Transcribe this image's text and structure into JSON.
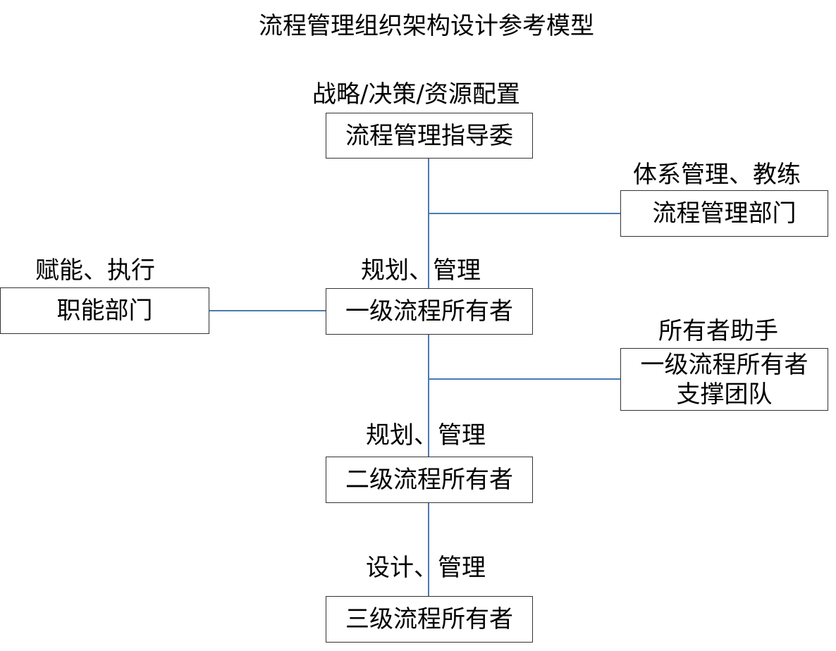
{
  "title": "流程管理组织架构设计参考模型",
  "line_color": "#4a7ab0",
  "nodes": {
    "steering_committee": {
      "label": "流程管理指导委",
      "caption": "战略/决策/资源配置"
    },
    "process_dept": {
      "label": "流程管理部门",
      "caption": "体系管理、教练"
    },
    "functional_dept": {
      "label": "职能部门",
      "caption": "赋能、执行"
    },
    "level1_owner": {
      "label": "一级流程所有者",
      "caption": "规划、管理"
    },
    "support_team": {
      "label_line1": "一级流程所有者",
      "label_line2": "支撑团队",
      "caption": "所有者助手"
    },
    "level2_owner": {
      "label": "二级流程所有者",
      "caption": "规划、管理"
    },
    "level3_owner": {
      "label": "三级流程所有者",
      "caption": "设计、管理"
    }
  },
  "edges": [
    {
      "from": "steering_committee",
      "to": "level1_owner"
    },
    {
      "from": "process_dept",
      "to": "trunk"
    },
    {
      "from": "functional_dept",
      "to": "level1_owner"
    },
    {
      "from": "level1_owner",
      "to": "level2_owner"
    },
    {
      "from": "support_team",
      "to": "trunk"
    },
    {
      "from": "level2_owner",
      "to": "level3_owner"
    }
  ]
}
